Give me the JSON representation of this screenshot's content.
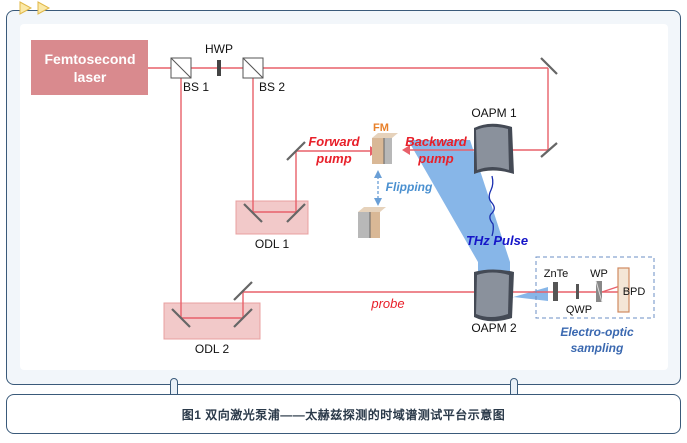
{
  "labels": {
    "laser_line1": "Femtosecond",
    "laser_line2": "laser",
    "hwp": "HWP",
    "bs1": "BS 1",
    "bs2": "BS 2",
    "fm": "FM",
    "oapm1": "OAPM 1",
    "oapm2": "OAPM 2",
    "forward_line1": "Forward",
    "forward_line2": "pump",
    "backward_line1": "Backward",
    "backward_line2": "pump",
    "flipping": "Flipping",
    "thz": "THz Pulse",
    "odl1": "ODL 1",
    "odl2": "ODL 2",
    "probe": "probe",
    "znte": "ZnTe",
    "qwp": "QWP",
    "wp": "WP",
    "bpd": "BPD",
    "eo_line1": "Electro-optic",
    "eo_line2": "sampling"
  },
  "caption": "图1   双向激光泵浦——太赫兹探测的时域谱测试平台示意图",
  "colors": {
    "beam": "#e8606a",
    "laser_fill": "#d98a8e",
    "odl_fill": "#f2c9c9",
    "thz_fill": "#7aaee6",
    "red_text": "#e8202a",
    "blue_text": "#1515c8",
    "flip_text": "#4a90d0",
    "eo_text": "#3a68b0",
    "fm_text": "#e8802a"
  }
}
